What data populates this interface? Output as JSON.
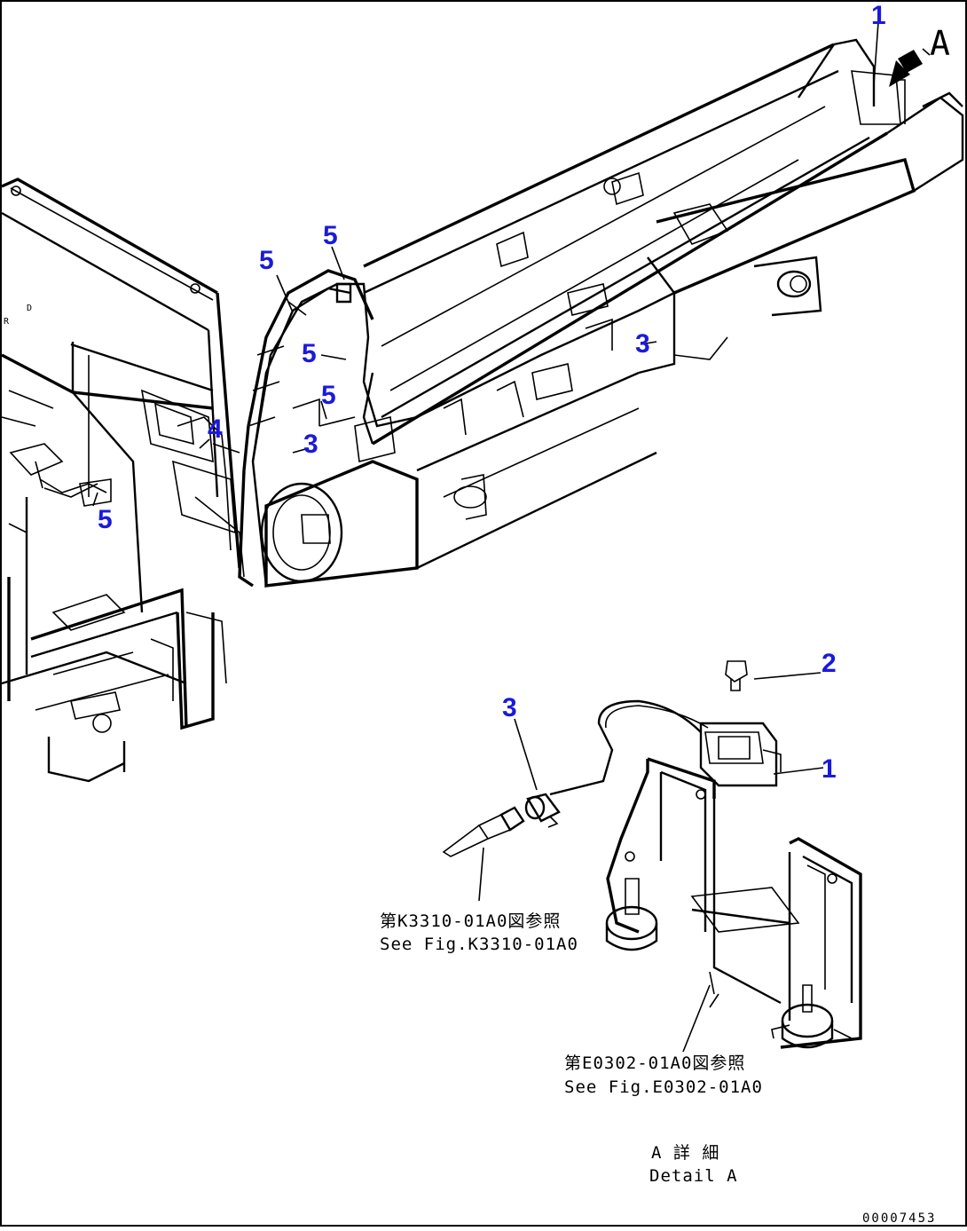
{
  "callouts": {
    "c1_top": "1",
    "c5_a": "5",
    "c5_b": "5",
    "c5_c": "5",
    "c5_d": "5",
    "c5_e": "5",
    "c3_main": "3",
    "c3_center": "3",
    "c4": "4",
    "c2": "2",
    "c3_detail": "3",
    "c1_detail": "1"
  },
  "view_label": "A",
  "cab_marks": {
    "mark_r": "R",
    "mark_d": "D"
  },
  "notes": {
    "ref1_jp": "第K3310-01A0図参照",
    "ref1_en": "See Fig.K3310-01A0",
    "ref2_jp": "第E0302-01A0図参照",
    "ref2_en": "See Fig.E0302-01A0",
    "detail_jp": "A 詳 細",
    "detail_en": "Detail A"
  },
  "drawing_code": "00007453",
  "colors": {
    "callout": "#1a1adb",
    "line": "#000000",
    "background": "#ffffff"
  }
}
